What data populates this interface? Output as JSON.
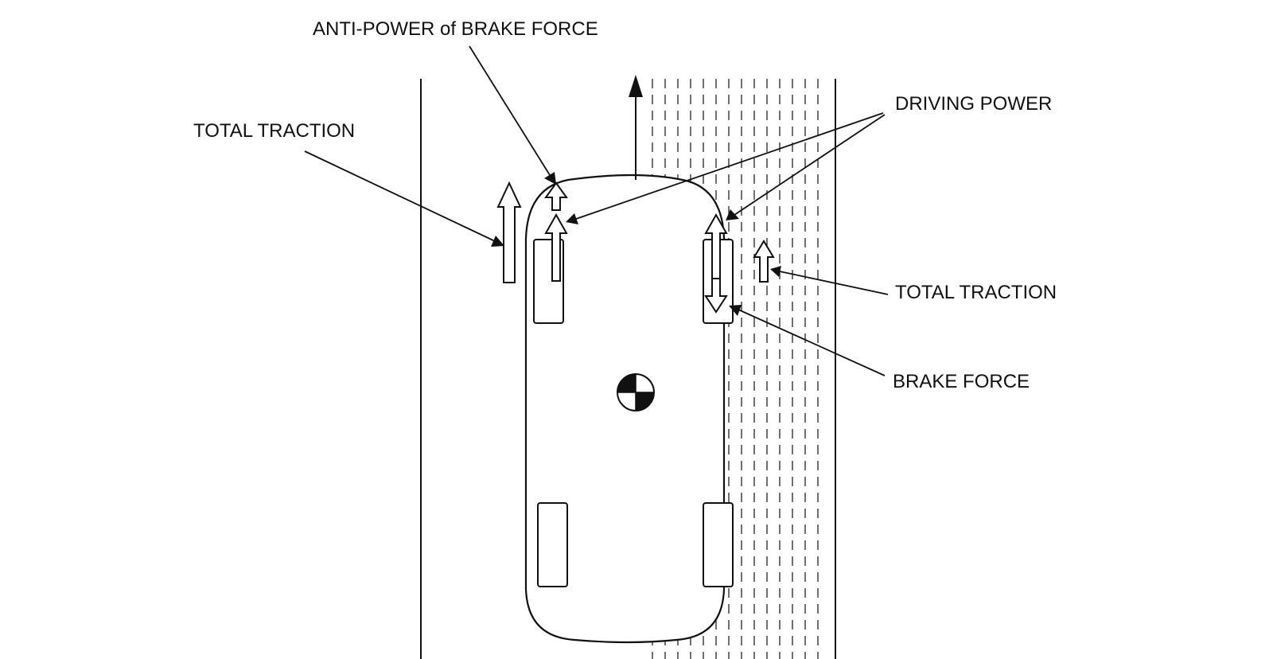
{
  "labels": {
    "anti_power_of_brake_force": "ANTI-POWER of BRAKE FORCE",
    "total_traction_left": "TOTAL TRACTION",
    "driving_power": "DRIVING POWER",
    "total_traction_right": "TOTAL TRACTION",
    "brake_force": "BRAKE FORCE"
  }
}
